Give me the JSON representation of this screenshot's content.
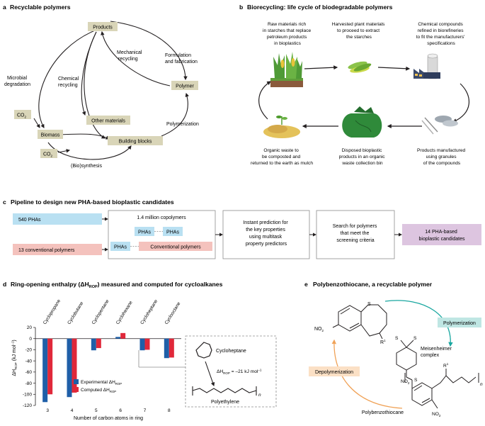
{
  "panel_a": {
    "letter": "a",
    "title": "Recyclable polymers",
    "boxes": {
      "products": "Products",
      "polymer": "Polymer",
      "other_materials": "Other materials",
      "building_blocks": "Building blocks",
      "biomass": "Biomass",
      "co2_top": "CO",
      "co2_bottom": "CO"
    },
    "subscript_2": "2",
    "labels": {
      "formulation_1": "Formulation",
      "formulation_2": "and fabrication",
      "mechanical_1": "Mechanical",
      "mechanical_2": "recycling",
      "chemical_1": "Chemical",
      "chemical_2": "recycling",
      "microbial_1": "Microbial",
      "microbial_2": "degradation",
      "polymerization": "Polymerization",
      "biosynthesis": "(Bio)synthesis"
    }
  },
  "panel_b": {
    "letter": "b",
    "title": "Biorecycling: life cycle of biodegradable polymers",
    "captions": {
      "raw": [
        "Raw materials rich",
        "in starches that replace",
        "petroleum products",
        "in bioplastics"
      ],
      "harvested": [
        "Harvested plant materials",
        "to proceed to extract",
        "the starches"
      ],
      "chemical": [
        "Chemical compounds",
        "refined in biorefineries",
        "to fit the manufacturers'",
        "specifications"
      ],
      "organic": [
        "Organic waste to",
        "be composted and",
        "returned to the earth as mulch"
      ],
      "disposed": [
        "Disposed bioplastic",
        "products in an organic",
        "waste collection bin"
      ],
      "products": [
        "Products manufactured",
        "using granules",
        "of the compounds"
      ]
    }
  },
  "panel_c": {
    "letter": "c",
    "title": "Pipeline to design new PHA-based bioplastic candidates",
    "pha_count": "540 PHAs",
    "conventional_count": "13 conventional polymers",
    "copolymers": "1.4 million copolymers",
    "phas": "PHAs",
    "conventional": "Conventional polymers",
    "prediction": [
      "Instant prediction for",
      "the key properties",
      "using multitask",
      "property predictors"
    ],
    "search": [
      "Search for polymers",
      "that meet the",
      "screening criteria"
    ],
    "result": [
      "14 PHA-based",
      "bioplastic candidates"
    ]
  },
  "panel_d": {
    "letter": "d",
    "title_main": "Ring-opening enthalpy (ΔH",
    "title_sub": "ROP",
    "title_rest": ") measured and computed for cycloalkanes",
    "inset": {
      "name": "Cycloheptane",
      "enthalpy_pre": "ΔH",
      "enthalpy_sub": "ROP",
      "enthalpy_post": " = –21 kJ mol",
      "enthalpy_exp": "–1",
      "product": "Polyethylene",
      "n": "n"
    }
  },
  "panel_e": {
    "letter": "e",
    "title": "Polybenzothiocane, a recyclable polymer",
    "polymerization": "Polymerization",
    "depolymerization": "Depolymerization",
    "meisenheimer_1": "Meisenheimer",
    "meisenheimer_2": "complex",
    "polymer_name": "Polybenzothiocane",
    "no2": "NO",
    "no2_sub": "2",
    "s": "S",
    "r1": "R",
    "r1_sup": "1",
    "n": "n"
  },
  "colors": {
    "box_a": "#d9d5b8",
    "box_blue": "#b9e0f2",
    "box_red": "#f4c2bd",
    "box_purple": "#ddc5e0",
    "experimental": "#1f5fa8",
    "computed": "#e0283a",
    "teal": "#1aa7a0",
    "orange": "#f0a257"
  },
  "chart_data": {
    "type": "bar",
    "categories": [
      "Cyclopropane",
      "Cyclobutane",
      "Cyclopentane",
      "Cyclohexane",
      "Cycloheptane",
      "Cyclooctane"
    ],
    "x": [
      3,
      4,
      5,
      6,
      7,
      8
    ],
    "series": [
      {
        "name": "Experimental ΔH",
        "name_sub": "ROP",
        "values": [
          -114,
          -105,
          -21,
          3,
          -21,
          -35
        ]
      },
      {
        "name": "Computed ΔH",
        "name_sub": "ROP",
        "values": [
          -100,
          -97,
          -17,
          10,
          -20,
          -34
        ]
      }
    ],
    "xlabel": "Number of carbon atoms in ring",
    "ylabel_main": "ΔH",
    "ylabel_sub": "ROP",
    "ylabel_unit": " (kJ mol",
    "ylabel_exp": "–1",
    "ylabel_close": ")",
    "ylim": [
      -120,
      20
    ],
    "yticks": [
      -120,
      -100,
      -80,
      -60,
      -40,
      -20,
      0,
      20
    ],
    "legend": "bottom-left"
  }
}
